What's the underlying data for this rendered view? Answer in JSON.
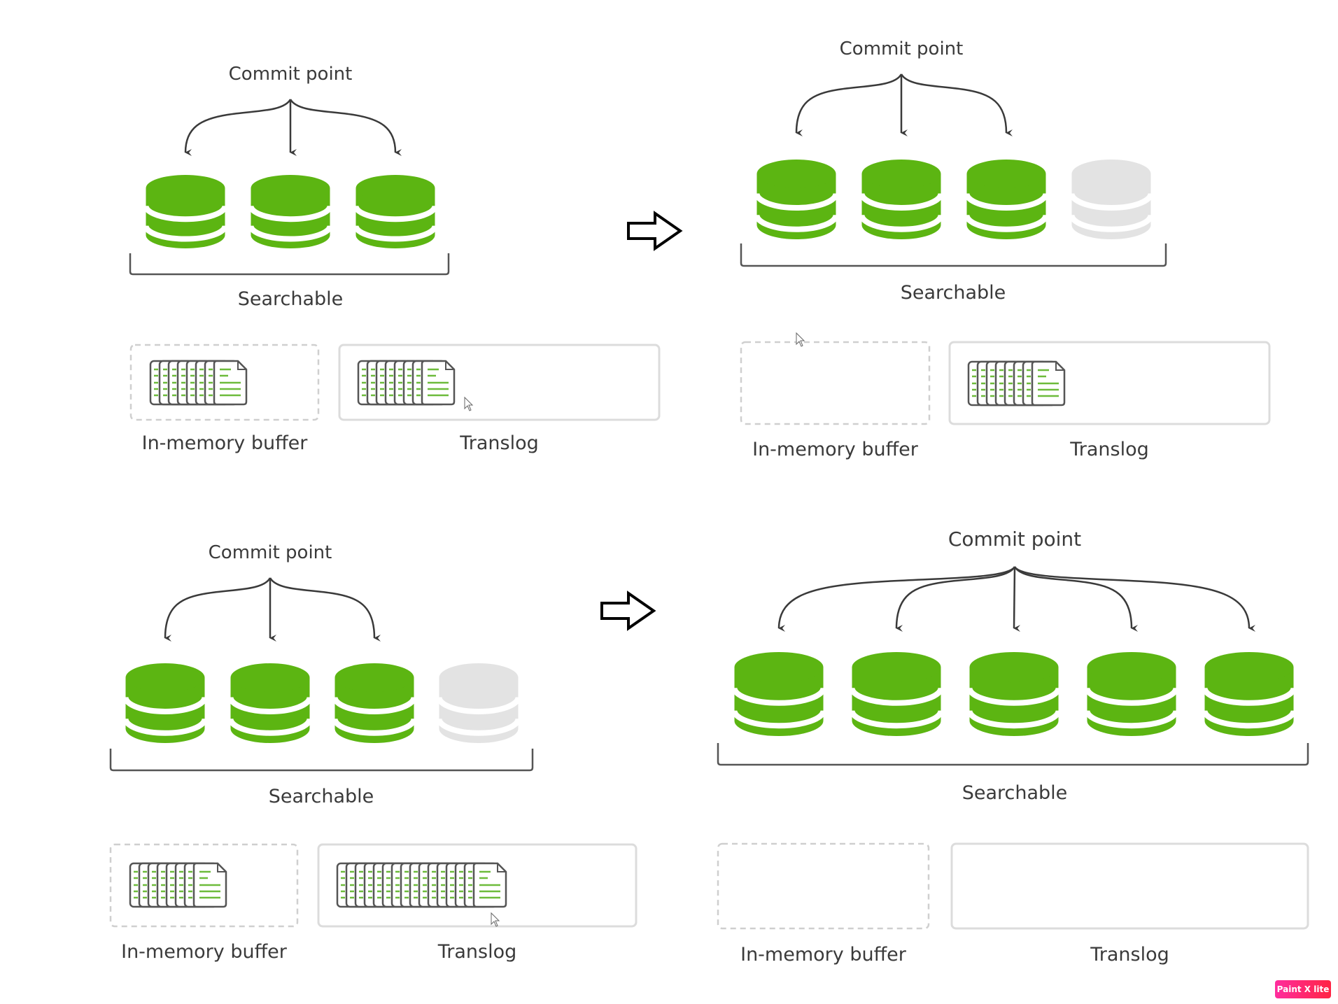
{
  "diagram": {
    "title": "Elasticsearch flush / translog sequence",
    "colors": {
      "segment_committed": "#5cb512",
      "segment_pending": "#e3e3e3",
      "text": "#3a3a3a",
      "line": "#3a3a3a",
      "box_border": "#dcdcdc",
      "doc_lines": "#6dbb3b"
    },
    "panels": [
      {
        "id": "top-left",
        "commit_label": "Commit point",
        "searchable_label": "Searchable",
        "segments": [
          "committed",
          "committed",
          "committed"
        ],
        "commit_targets": 3,
        "buffer": {
          "label": "In-memory buffer",
          "documents": 8
        },
        "translog": {
          "label": "Translog",
          "documents": 8
        }
      },
      {
        "id": "top-right",
        "commit_label": "Commit point",
        "searchable_label": "Searchable",
        "segments": [
          "committed",
          "committed",
          "committed",
          "pending"
        ],
        "commit_targets": 3,
        "buffer": {
          "label": "In-memory buffer",
          "documents": 0
        },
        "translog": {
          "label": "Translog",
          "documents": 8
        }
      },
      {
        "id": "bottom-left",
        "commit_label": "Commit point",
        "searchable_label": "Searchable",
        "segments": [
          "committed",
          "committed",
          "committed",
          "pending"
        ],
        "commit_targets": 3,
        "buffer": {
          "label": "In-memory buffer",
          "documents": 8
        },
        "translog": {
          "label": "Translog",
          "documents": 16
        }
      },
      {
        "id": "bottom-right",
        "commit_label": "Commit point",
        "searchable_label": "Searchable",
        "segments": [
          "committed",
          "committed",
          "committed",
          "committed",
          "committed"
        ],
        "commit_targets": 5,
        "buffer": {
          "label": "In-memory buffer",
          "documents": 0
        },
        "translog": {
          "label": "Translog",
          "documents": 0
        }
      }
    ],
    "transition_arrows": [
      "arrow-right",
      "arrow-right"
    ]
  },
  "watermark": {
    "label": "Paint X lite"
  }
}
